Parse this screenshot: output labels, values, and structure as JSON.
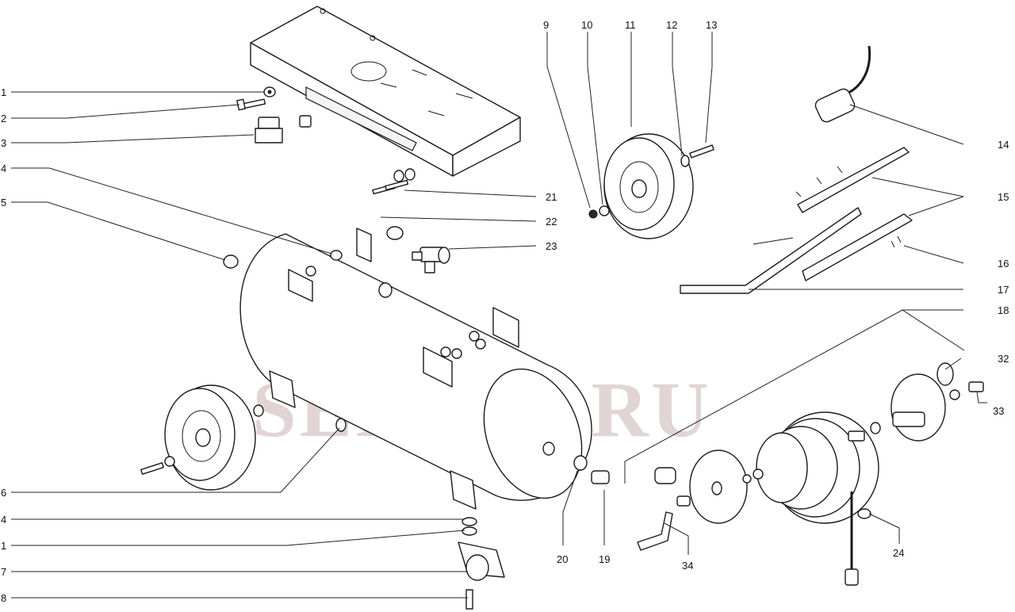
{
  "watermark": "SELTOP.RU",
  "callouts": [
    "1",
    "2",
    "3",
    "4",
    "5",
    "6",
    "4",
    "1",
    "7",
    "8",
    "9",
    "10",
    "11",
    "12",
    "13",
    "14",
    "15",
    "16",
    "17",
    "18",
    "21",
    "22",
    "23",
    "20",
    "19",
    "34",
    "24",
    "32",
    "33"
  ]
}
